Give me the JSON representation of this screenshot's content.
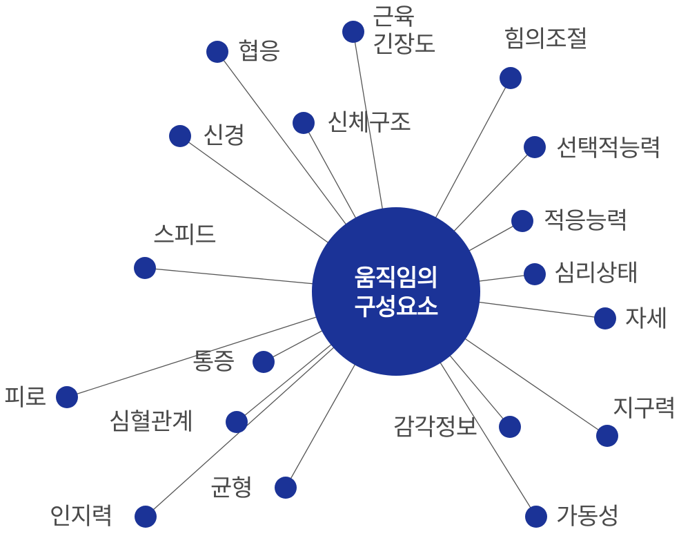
{
  "center": {
    "line1": "움직임의",
    "line2": "구성요소"
  },
  "factors": {
    "muscle_tension_1": "근육",
    "muscle_tension_2": "긴장도",
    "force_control": "힘의조절",
    "coordination": "협응",
    "body_structure": "신체구조",
    "selective_ability": "선택적능력",
    "nerve": "신경",
    "adaptability": "적응능력",
    "speed": "스피드",
    "psychological_state": "심리상태",
    "posture": "자세",
    "pain": "통증",
    "fatigue": "피로",
    "cardiovascular": "심혈관계",
    "endurance": "지구력",
    "sensory_info": "감각정보",
    "balance": "균형",
    "cognition": "인지력",
    "mobility": "가동성"
  },
  "colors": {
    "node": "#1B3397",
    "text": "#4a4a4a",
    "line": "#555555"
  }
}
